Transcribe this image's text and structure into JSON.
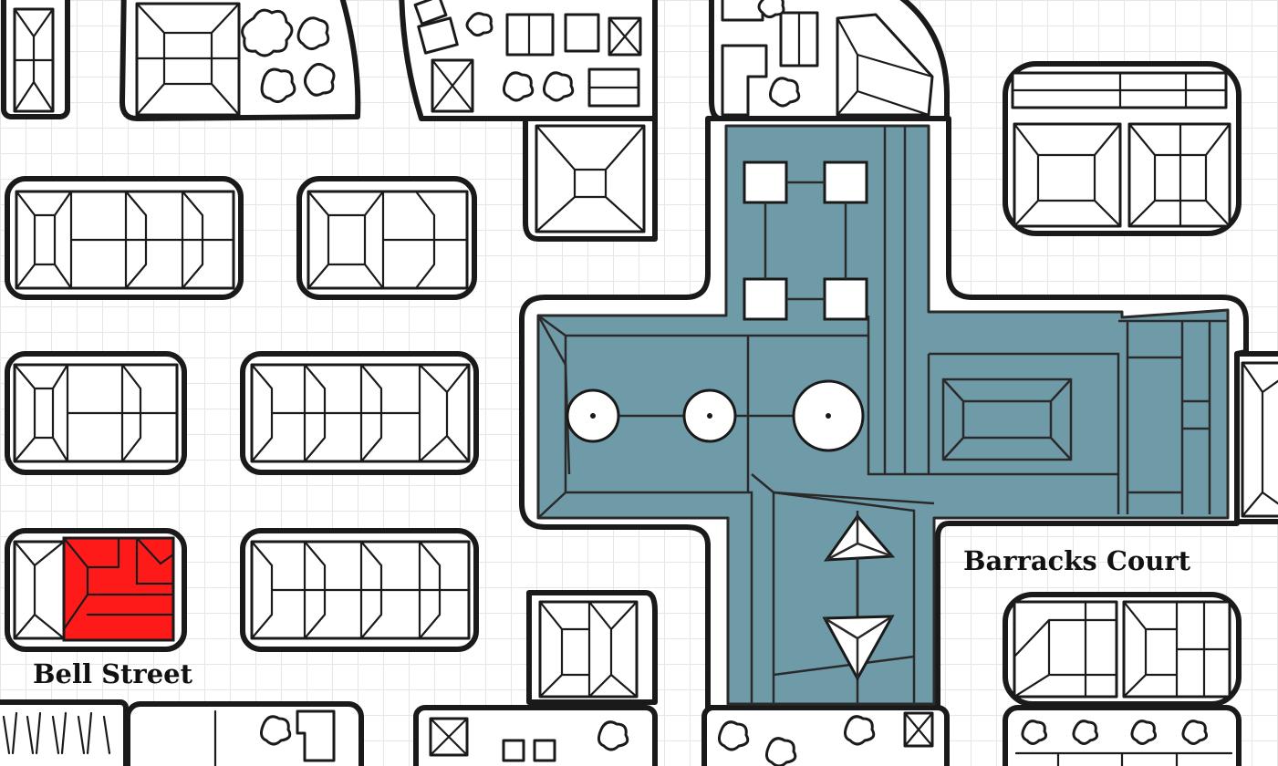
{
  "map": {
    "labels": {
      "bell_street": "Bell Street",
      "barracks_court": "Barracks Court"
    },
    "colors": {
      "background": "#ffffff",
      "grid": "#e6e6e6",
      "ink": "#1a1a1a",
      "temple_fill": "#6f9ba8",
      "highlighted_building": "#ff1a1a"
    },
    "features": [
      "city-blocks",
      "grid-paper",
      "temple-complex",
      "highlighted-building",
      "trees"
    ]
  }
}
